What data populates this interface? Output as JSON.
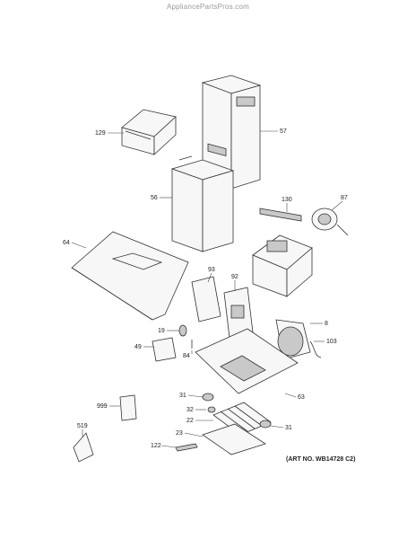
{
  "watermark": "AppliancePartsPros.com",
  "art_number": "(ART NO. WB14728 C2)",
  "part_labels": {
    "p129": "129",
    "p57": "57",
    "p56": "56",
    "p130": "130",
    "p87": "87",
    "p64": "64",
    "p93": "93",
    "p92": "92",
    "p8": "8",
    "p19": "19",
    "p103": "103",
    "p49": "49",
    "p84": "84",
    "p31a": "31",
    "p63": "63",
    "p999": "999",
    "p32": "32",
    "p22": "22",
    "p31b": "31",
    "p23": "23",
    "p519": "519",
    "p122": "122"
  }
}
